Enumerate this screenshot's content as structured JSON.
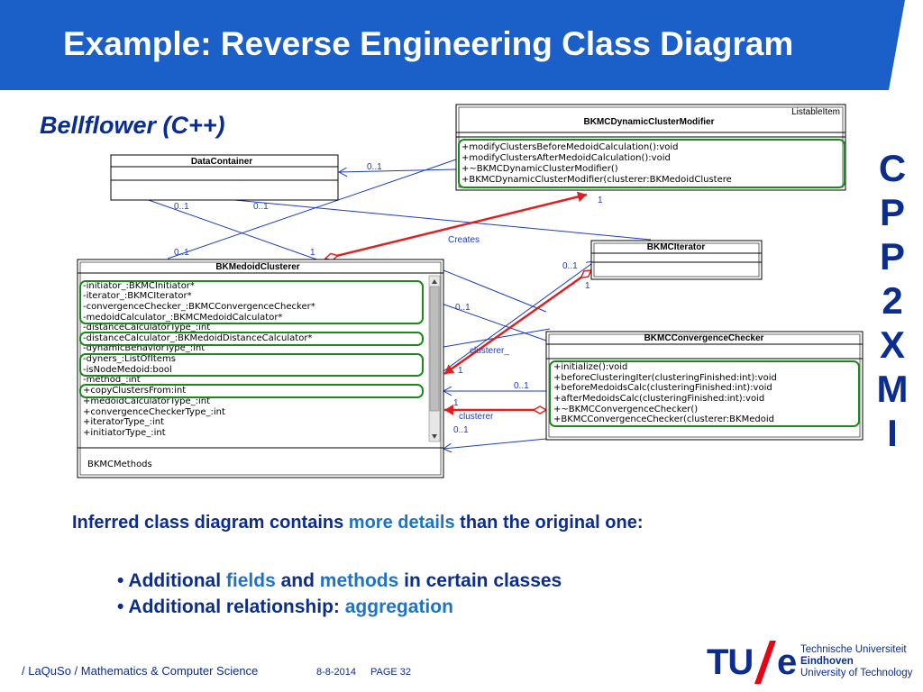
{
  "slide": {
    "title": "Example: Reverse Engineering Class Diagram",
    "subtitle": "Bellflower (C++)",
    "vertical_letters": [
      "C",
      "P",
      "P",
      "2",
      "X",
      "M",
      "I"
    ]
  },
  "diagram": {
    "classes": {
      "modifier": {
        "stereotype": "ListableItem",
        "name": "BKMCDynamicClusterModifier",
        "methods": [
          "+modifyClustersBeforeMedoidCalculation():void",
          "+modifyClustersAfterMedoidCalculation():void",
          "+~BKMCDynamicClusterModifier()",
          "+BKMCDynamicClusterModifier(clusterer:BKMedoidClustere"
        ]
      },
      "container": {
        "name": "DataContainer"
      },
      "iterator": {
        "name": "BKMCIterator"
      },
      "clusterer": {
        "name": "BKMedoidClusterer",
        "fields": [
          "-initiator_:BKMCInitiator*",
          "-iterator_:BKMCIterator*",
          "-convergenceChecker_:BKMCConvergenceChecker*",
          "-medoidCalculator_:BKMCMedoidCalculator*",
          "-distanceCalculatorType_:int",
          "-distanceCalculator_:BKMedoidDistanceCalculator*",
          "-dynamicBehaviorType_:int",
          "-dyners_:ListOfItems",
          "-isNodeMedoid:bool",
          "-method_:int",
          "+copyClustersFrom:int",
          "+medoidCalculatorType_:int",
          "+convergenceCheckerType_:int",
          "+iteratorType_:int",
          "+initiatorType_:int"
        ],
        "methods_label": "BKMCMethods"
      },
      "checker": {
        "name": "BKMCConvergenceChecker",
        "methods": [
          "+initialize():void",
          "+beforeClusteringIter(clusteringFinished:int):void",
          "+beforeMedoidsCalc(clusteringFinished:int):void",
          "+afterMedoidsCalc(clusteringFinished:int):void",
          "+~BKMCConvergenceChecker()",
          "+BKMCConvergenceChecker(clusterer:BKMedoid"
        ]
      }
    },
    "labels": {
      "m_container_right": "0..1",
      "m_container_a": "0..1",
      "m_container_b": "0..1",
      "m_clusterer_top_a": "0..1",
      "m_clusterer_top_b": "1",
      "m_modifier_one": "1",
      "creates": "Creates",
      "m_iter_a": "0..1",
      "m_iter_b": "1",
      "m_mid": "0..1",
      "clusterer_a": "clusterer_",
      "m_one_a": "1",
      "m_check_a": "0..1",
      "m_one_b": "1",
      "clusterer_b": "clusterer",
      "m_check_b": "0..1"
    },
    "colors": {
      "uml_line": "#1a3cc8",
      "aggregation": "#e02020",
      "highlight": "#1a8a1a"
    }
  },
  "body": {
    "intro_before": "Inferred class diagram contains ",
    "intro_highlight": "more details",
    "intro_after": " than the original one:",
    "bullet1_a": "• Additional ",
    "bullet1_b": "fields",
    "bullet1_c": " and ",
    "bullet1_d": "methods",
    "bullet1_e": " in certain classes",
    "bullet2_a": "• Additional relationship: ",
    "bullet2_b": "aggregation"
  },
  "footer": {
    "left": "/ LaQuSo / Mathematics & Computer Science",
    "date": "8-8-2014",
    "page": "PAGE 32",
    "logo_tu": "TU",
    "logo_e": "e",
    "logo_line1": "Technische Universiteit",
    "logo_line2": "Eindhoven",
    "logo_line3": "University of Technology"
  },
  "theme": {
    "header_blue": "#1b5fc9",
    "text_navy": "#0b2d8f",
    "highlight_blue": "#1e73c8",
    "logo_red": "#e30613"
  }
}
